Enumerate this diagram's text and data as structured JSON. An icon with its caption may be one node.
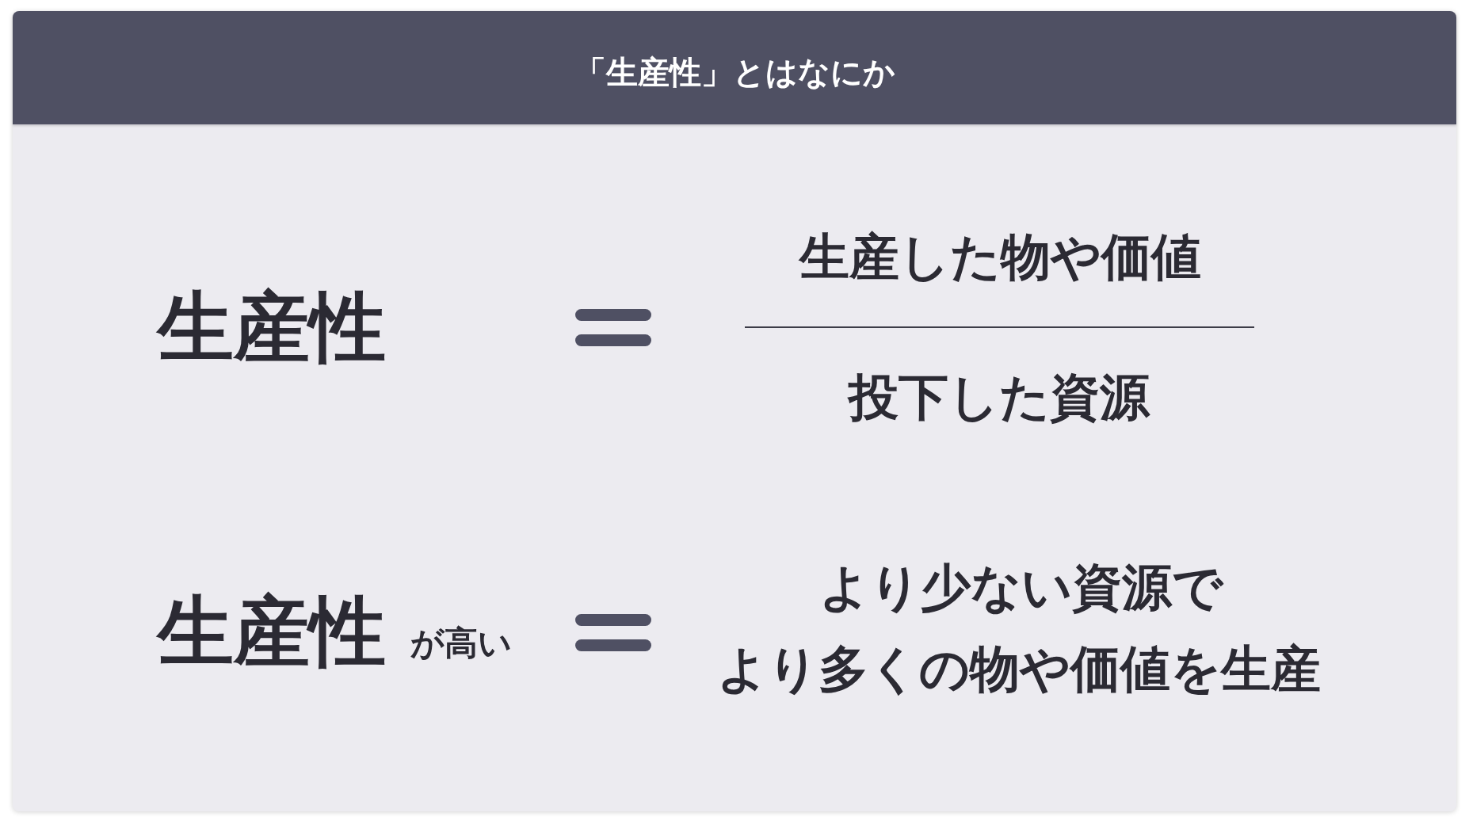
{
  "diagram": {
    "title": "「生産性」とはなにか",
    "labels": [
      "生産性",
      "生産した物や価値",
      "投下した資源",
      "生産性",
      "が高い",
      "より少ない資源で",
      "より多くの物や価値を生産"
    ]
  }
}
